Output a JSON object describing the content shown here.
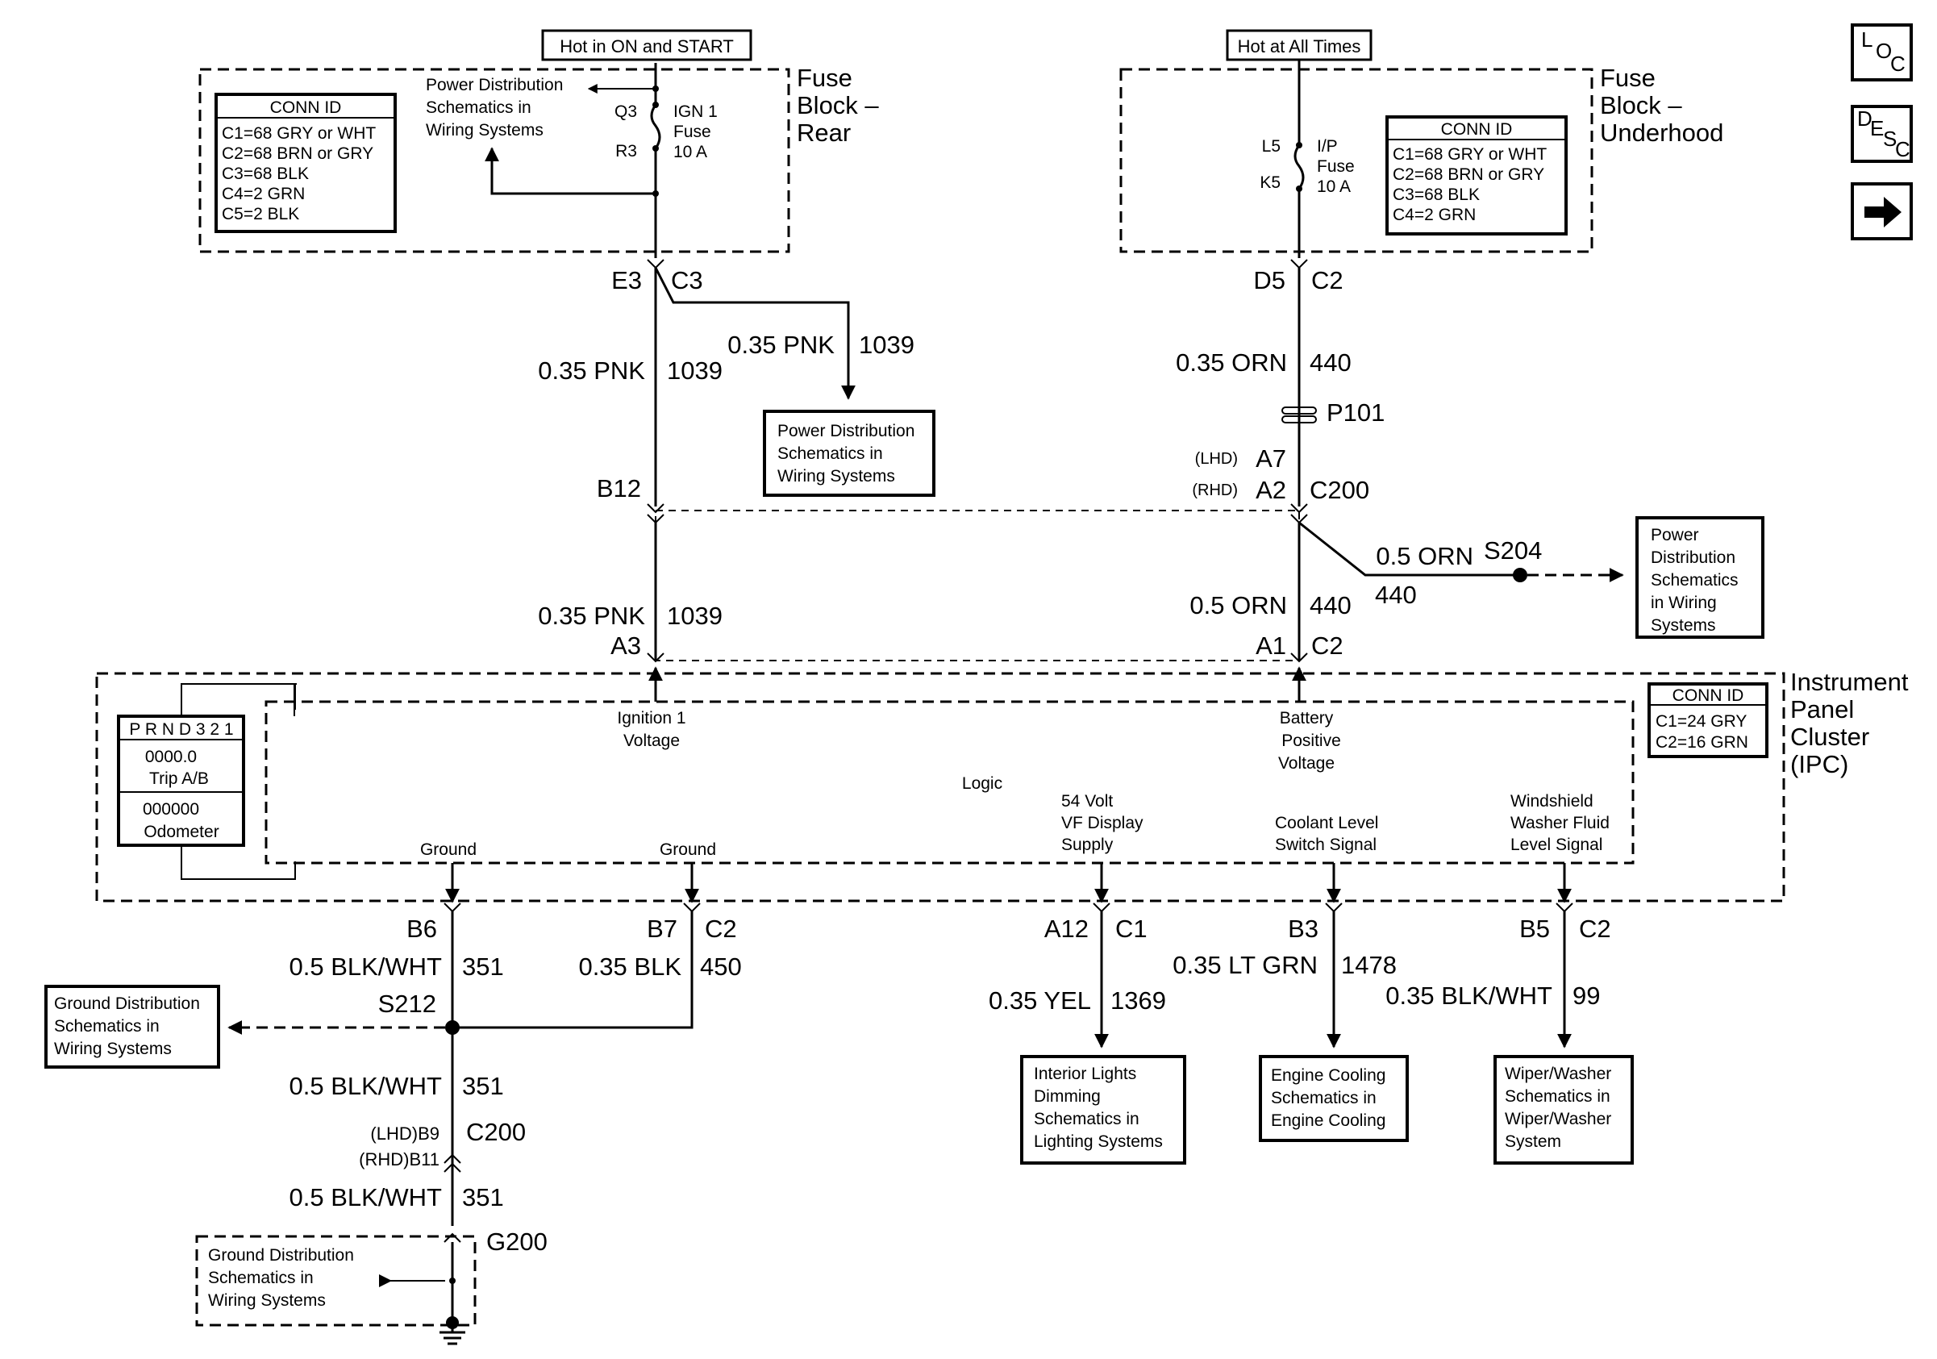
{
  "labels": {
    "hot_on_start": "Hot in ON and START",
    "hot_all_times": "Hot at All Times",
    "fuse_block_rear": [
      "Fuse",
      "Block –",
      "Rear"
    ],
    "fuse_block_underhood": [
      "Fuse",
      "Block –",
      "Underhood"
    ],
    "ipc_title": [
      "Instrument",
      "Panel",
      "Cluster",
      "(IPC)"
    ],
    "pd_rear_text": [
      "Power Distribution",
      "Schematics in",
      "Wiring Systems"
    ],
    "ign1_fuse": [
      "IGN 1",
      "Fuse",
      "10 A"
    ],
    "ip_fuse": [
      "I/P",
      "Fuse",
      "10 A"
    ],
    "pin_q3": "Q3",
    "pin_r3": "R3",
    "pin_l5": "L5",
    "pin_k5": "K5",
    "ign_voltage": [
      "Ignition 1",
      "Voltage"
    ],
    "batt_voltage": [
      "Battery",
      "Positive",
      "Voltage"
    ],
    "logic": "Logic",
    "vf_supply": [
      "54 Volt",
      "VF Display",
      "Supply"
    ],
    "coolant_signal": [
      "Coolant Level",
      "Switch Signal"
    ],
    "washer_signal": [
      "Windshield",
      "Washer Fluid",
      "Level Signal"
    ],
    "ground_1": "Ground",
    "ground_2": "Ground",
    "display_prnd": "P R N D 3 2 1",
    "display_trip_val": "0000.0",
    "display_trip": "Trip A/B",
    "display_odo_val": "000000",
    "display_odo": "Odometer"
  },
  "conn_ids": {
    "rear": {
      "title": "CONN ID",
      "lines": [
        "C1=68 GRY or WHT",
        "C2=68 BRN or GRY",
        "C3=68 BLK",
        "C4=2 GRN",
        "C5=2 BLK"
      ]
    },
    "underhood": {
      "title": "CONN ID",
      "lines": [
        "C1=68 GRY or WHT",
        "C2=68 BRN or GRY",
        "C3=68 BLK",
        "C4=2 GRN"
      ]
    },
    "ipc": {
      "title": "CONN ID",
      "lines": [
        "C1=24 GRY",
        "C2=16 GRN"
      ]
    }
  },
  "connectors": {
    "e3": "E3",
    "c3": "C3",
    "d5": "D5",
    "c2_top": "C2",
    "b12": "B12",
    "lhd_a7_tag": "(LHD)",
    "a7": "A7",
    "rhd_a2_tag": "(RHD)",
    "a2": "A2",
    "c200_top": "C200",
    "p101": "P101",
    "a3": "A3",
    "a1": "A1",
    "c2_ipc_top": "C2",
    "s204": "S204",
    "b6": "B6",
    "b7": "B7",
    "c2_bottom": "C2",
    "s212": "S212",
    "lhd_b9": "(LHD)B9",
    "rhd_b11": "(RHD)B11",
    "c200_bottom": "C200",
    "g200": "G200",
    "a12": "A12",
    "c1": "C1",
    "b3": "B3",
    "b5": "B5",
    "c2_b5": "C2"
  },
  "wires": {
    "pnk_upper": {
      "gauge": "0.35 PNK",
      "circuit": "1039"
    },
    "pnk_branch": {
      "gauge": "0.35 PNK",
      "circuit": "1039"
    },
    "pnk_lower": {
      "gauge": "0.35 PNK",
      "circuit": "1039"
    },
    "orn_upper": {
      "gauge": "0.35 ORN",
      "circuit": "440"
    },
    "orn_lower": {
      "gauge": "0.5 ORN",
      "circuit": "440"
    },
    "orn_branch": {
      "gauge": "0.5 ORN",
      "circuit": "440"
    },
    "blkwht_b6": {
      "gauge": "0.5 BLK/WHT",
      "circuit": "351"
    },
    "blk_b7": {
      "gauge": "0.35 BLK",
      "circuit": "450"
    },
    "blkwht_mid": {
      "gauge": "0.5 BLK/WHT",
      "circuit": "351"
    },
    "blkwht_low": {
      "gauge": "0.5 BLK/WHT",
      "circuit": "351"
    },
    "yel": {
      "gauge": "0.35 YEL",
      "circuit": "1369"
    },
    "ltgrn": {
      "gauge": "0.35 LT GRN",
      "circuit": "1478"
    },
    "blkwht_b5": {
      "gauge": "0.35 BLK/WHT",
      "circuit": "99"
    }
  },
  "refs": {
    "pd_c3": [
      "Power Distribution",
      "Schematics in",
      "Wiring Systems"
    ],
    "pd_s204": [
      "Power",
      "Distribution",
      "Schematics",
      "in Wiring",
      "Systems"
    ],
    "gd_s212": [
      "Ground Distribution",
      "Schematics in",
      "Wiring Systems"
    ],
    "gd_g200": [
      "Ground Distribution",
      "Schematics in",
      "Wiring Systems"
    ],
    "interior": [
      "Interior Lights",
      "Dimming",
      "Schematics in",
      "Lighting Systems"
    ],
    "engine": [
      "Engine Cooling",
      "Schematics in",
      "Engine Cooling"
    ],
    "wiper": [
      "Wiper/Washer",
      "Schematics in",
      "Wiper/Washer",
      "System"
    ]
  },
  "nav": {
    "loc": [
      "L",
      "O",
      "C"
    ],
    "desc": [
      "D",
      "E",
      "S",
      "C"
    ],
    "next_icon": "arrow-right-icon"
  }
}
